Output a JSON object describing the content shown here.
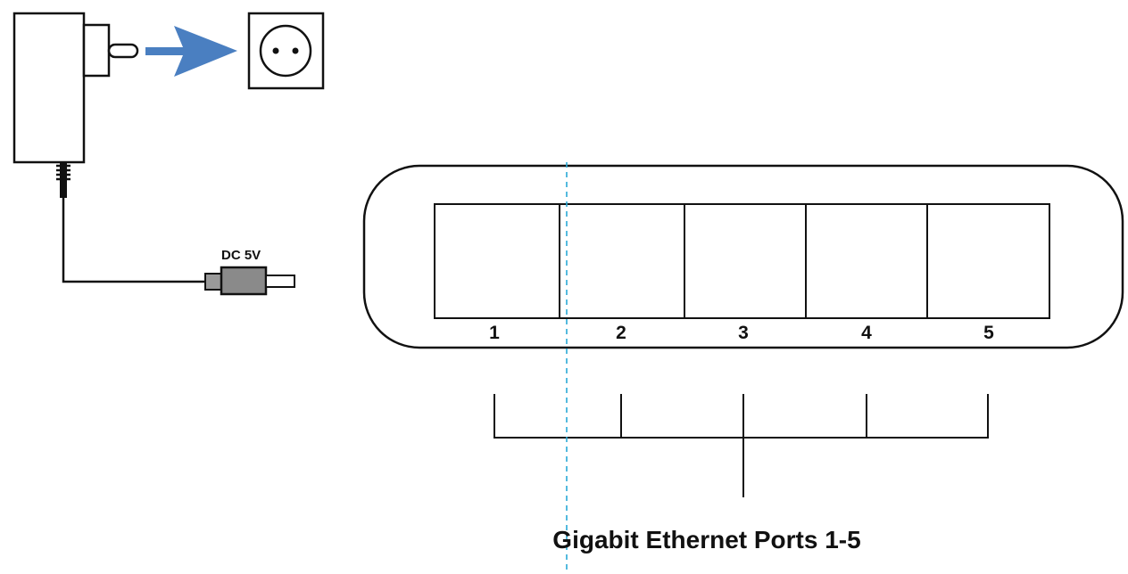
{
  "power": {
    "dc_label": "DC 5V"
  },
  "switch": {
    "ports": [
      "1",
      "2",
      "3",
      "4",
      "5"
    ]
  },
  "caption": "Gigabit Ethernet Ports 1-5",
  "colors": {
    "stroke": "#111111",
    "arrow": "#4a7fc1",
    "guide": "#2aa9d6",
    "plug": "#8a8a8a"
  },
  "icons": {
    "adapter": "power-adapter-icon",
    "socket": "wall-socket-icon",
    "arrow": "arrow-right-icon",
    "connector": "dc-plug-icon"
  }
}
